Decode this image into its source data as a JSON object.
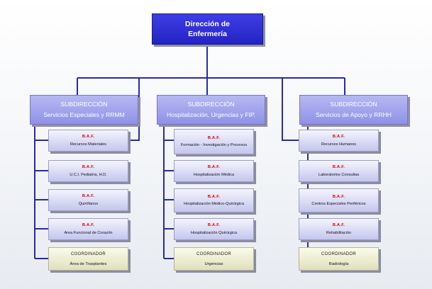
{
  "root": {
    "line1": "Dirección de",
    "line2": "Enfermería"
  },
  "columns": [
    {
      "heading": "SUBDIRECCIÓN",
      "subtitle": "Servicios Especiales y RRMM",
      "units": [
        {
          "tag": "B.A.F.",
          "name": "Recursos Materiales"
        },
        {
          "tag": "B.A.F.",
          "name": "U.C.I. Pediatría, H.D."
        },
        {
          "tag": "B.A.F.",
          "name": "Quirófanos"
        },
        {
          "tag": "B.A.F.",
          "name": "Area Funcional de Corazón"
        }
      ],
      "coordinator": {
        "title": "COORDINADOR",
        "name": "Área de Trasplantes"
      }
    },
    {
      "heading": "SUBDIRECCIÓN",
      "subtitle": "Hospitalización, Urgencias y FIP.",
      "units": [
        {
          "tag": "B.A.F.",
          "name": "Formación - Investigación y Procesos"
        },
        {
          "tag": "B.A.F.",
          "name": "Hospitalización Médica"
        },
        {
          "tag": "B.A.F.",
          "name": "Hospitalización Médico-Quirúrgica"
        },
        {
          "tag": "B.A.F.",
          "name": "Hospitalización Quirúrgica"
        }
      ],
      "coordinator": {
        "title": "COORDINADOR",
        "name": "Urgencias"
      }
    },
    {
      "heading": "SUBDIRECCIÓN",
      "subtitle": "Servicios de Apoyo y RRHH",
      "units": [
        {
          "tag": "B.A.F.",
          "name": "Recursos Humanos"
        },
        {
          "tag": "B.A.F.",
          "name": "Laboratorios Consultas"
        },
        {
          "tag": "B.A.F.",
          "name": "Centros Especiales Periféricos"
        },
        {
          "tag": "B.A.F.",
          "name": "Rehabilitación"
        }
      ],
      "coordinator": {
        "title": "COORDINADOR",
        "name": "Radiología"
      }
    }
  ],
  "colors": {
    "connector": "#2a2aa8",
    "root_fill": "#2f2fd6",
    "subdireccion_fill": "#a3a5ec",
    "baf_tag": "#d40000",
    "coordinator_fill": "#efefd3"
  }
}
